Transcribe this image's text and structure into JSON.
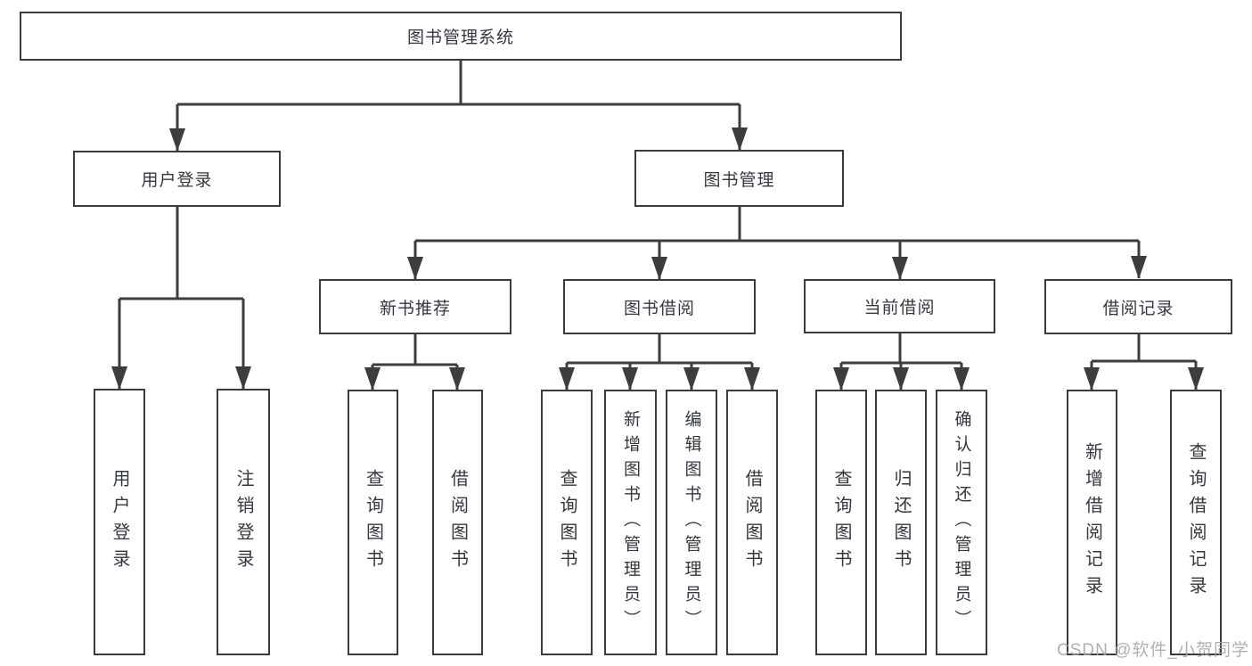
{
  "diagram": {
    "type": "hierarchy-tree",
    "title": "图书管理系统",
    "colors": {
      "line": "#3d3d3d",
      "box_border": "#3b3b3b",
      "text": "#333840",
      "watermark": "#a3a3a3",
      "background": "#ffffff"
    },
    "watermark": "CSDN @软件_小贺同学"
  },
  "nodes": {
    "root": {
      "label": "图书管理系统"
    },
    "level2": [
      {
        "label": "用户登录"
      },
      {
        "label": "图书管理"
      }
    ],
    "level3": [
      {
        "label": "新书推荐"
      },
      {
        "label": "图书借阅"
      },
      {
        "label": "当前借阅"
      },
      {
        "label": "借阅记录"
      }
    ],
    "leaves": {
      "login": [
        {
          "label": "用户登录"
        },
        {
          "label": "注销登录"
        }
      ],
      "recommend": [
        {
          "label": "查询图书"
        },
        {
          "label": "借阅图书"
        }
      ],
      "borrow": [
        {
          "label": "查询图书"
        },
        {
          "label": "新增图书（管理员）"
        },
        {
          "label": "编辑图书（管理员）"
        },
        {
          "label": "借阅图书"
        }
      ],
      "current": [
        {
          "label": "查询图书"
        },
        {
          "label": "归还图书"
        },
        {
          "label": "确认归还（管理员）"
        }
      ],
      "records": [
        {
          "label": "新增借阅记录"
        },
        {
          "label": "查询借阅记录"
        }
      ]
    }
  }
}
